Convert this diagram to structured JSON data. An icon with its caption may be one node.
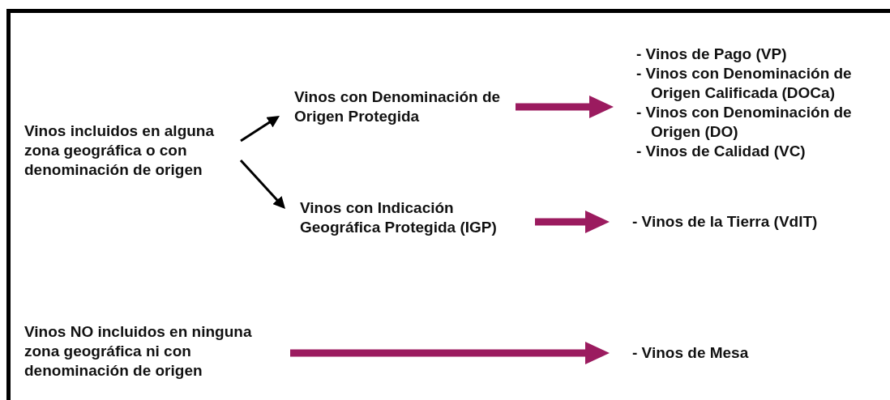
{
  "diagram": {
    "nodes": [
      {
        "text": [
          "Vinos incluidos en alguna zona geográfica o con denominación de origen"
        ]
      },
      {
        "text": [
          "Vinos con Denominación de Origen Protegida"
        ]
      },
      {
        "text": [
          "Vinos con Indicación Geográfica Protegida (IGP)"
        ]
      },
      {
        "text": [
          "- Vinos de Pago (VP)",
          "- Vinos con Denominación de Origen Calificada (DOCa)",
          "- Vinos con Denominación de Origen (DO)",
          "- Vinos de Calidad (VC)"
        ]
      },
      {
        "text": [
          "- Vinos de la Tierra (VdlT)"
        ]
      },
      {
        "text": [
          "Vinos NO incluidos en ninguna zona geográfica ni con denominación de origen"
        ]
      },
      {
        "text": [
          "- Vinos de Mesa"
        ]
      }
    ],
    "edges": [
      {
        "from": 0,
        "to": 1,
        "arrow": "to",
        "color": "#000000"
      },
      {
        "from": 0,
        "to": 2,
        "arrow": "to",
        "color": "#000000"
      },
      {
        "from": 1,
        "to": 3,
        "arrow": "to"
      },
      {
        "from": 2,
        "to": 4,
        "arrow": "to"
      },
      {
        "from": 5,
        "to": 6,
        "arrow": "to"
      }
    ]
  }
}
